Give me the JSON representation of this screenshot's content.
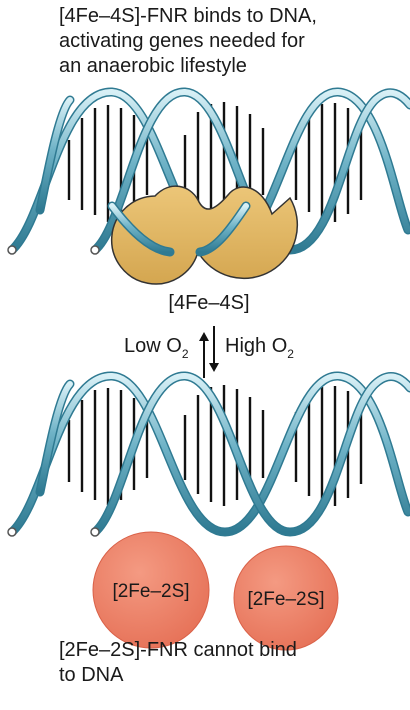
{
  "top_caption": {
    "lines": [
      "[4Fe–4S]-FNR binds to DNA,",
      "activating genes needed for",
      "an anaerobic lifestyle"
    ]
  },
  "bound_complex": {
    "label": "[4Fe–4S]"
  },
  "equilibrium": {
    "left_label_base": "Low O",
    "left_label_sub": "2",
    "right_label_base": "High O",
    "right_label_sub": "2"
  },
  "free_proteins": {
    "left_label": "[2Fe–2S]",
    "right_label": "[2Fe–2S]"
  },
  "bottom_caption": {
    "lines": [
      "[2Fe–2S]-FNR cannot bind",
      "to DNA"
    ]
  },
  "colors": {
    "helix_strand": "#6fb3c7",
    "helix_highlight": "#d8f0f6",
    "helix_shadow": "#2f7a92",
    "base_pair": "#111111",
    "cluster_4fe4s": "#e0b567",
    "cluster_2fe2s": "#ee7f66",
    "outline": "#333333"
  }
}
